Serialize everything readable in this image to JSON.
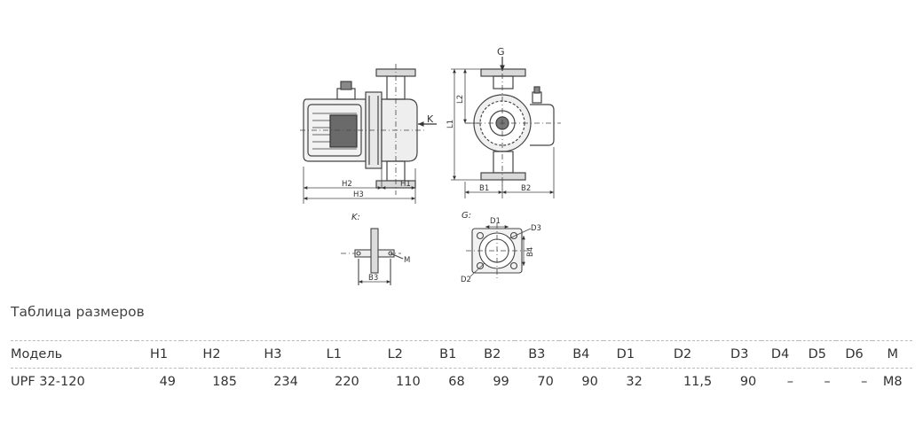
{
  "drawing": {
    "labels": {
      "G": "G",
      "K": "K",
      "L1": "L1",
      "L2": "L2",
      "H1": "H1",
      "H2": "H2",
      "H3": "H3",
      "B1": "B1",
      "B2": "B2",
      "B3": "B3",
      "B4": "B4",
      "M": "M",
      "D1": "D1",
      "D2": "D2",
      "D3": "D3",
      "K_view": "K:",
      "G_view": "G:"
    }
  },
  "table": {
    "title": "Таблица размеров",
    "columns": [
      "Модель",
      "H1",
      "H2",
      "H3",
      "L1",
      "L2",
      "B1",
      "B2",
      "B3",
      "B4",
      "D1",
      "D2",
      "D3",
      "D4",
      "D5",
      "D6",
      "M"
    ],
    "rows": [
      [
        "UPF 32-120",
        "49",
        "185",
        "234",
        "220",
        "110",
        "68",
        "99",
        "70",
        "90",
        "32",
        "11,5",
        "90",
        "–",
        "–",
        "–",
        "M8"
      ]
    ]
  }
}
